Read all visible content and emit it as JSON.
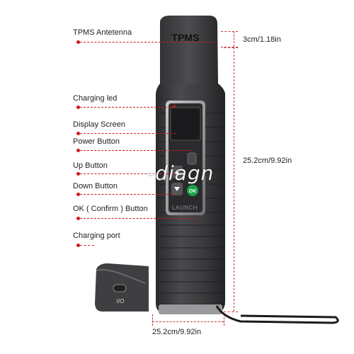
{
  "labels": {
    "tpms_antenna": "TPMS Antetenna",
    "charging_led": "Charging led",
    "display_screen": "Display Screen",
    "power_button": "Power Button",
    "up_button": "Up Button",
    "down_button": "Down Button",
    "ok_button": "OK ( Confirm ) Button",
    "charging_port": "Charging port"
  },
  "dimensions": {
    "top_height": "3cm/1.18in",
    "body_height": "25.2cm/9.92in",
    "width": "25.2cm/9.92in"
  },
  "device": {
    "brand_top": "TPMS",
    "brand_bottom": "LAUNCH",
    "ok_key": "OK",
    "port_label": "I/O"
  },
  "watermark": "-diagn",
  "colors": {
    "leader_line": "#d1191e",
    "device_body": "#3b3b3d",
    "ok_green": "#1aa34a"
  }
}
